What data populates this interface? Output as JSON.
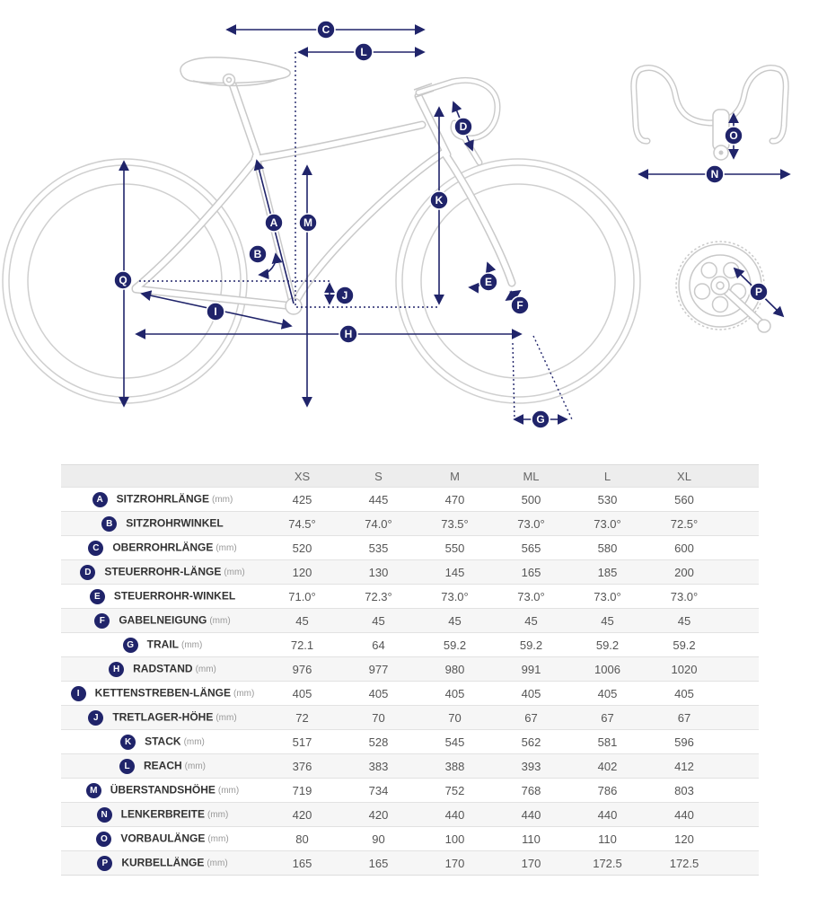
{
  "colors": {
    "accent_navy": "#20246a",
    "frame_gray": "#c9c9c9",
    "wheel_gray": "#cfcfcf",
    "table_header_bg": "#ededed",
    "row_alt_bg": "#f6f6f6",
    "row_border": "#e2e2e2",
    "value_text": "#555555",
    "label_text": "#333333"
  },
  "diagram": {
    "badges": {
      "a": "A",
      "b": "B",
      "c": "C",
      "d": "D",
      "e": "E",
      "f": "F",
      "g": "G",
      "h": "H",
      "i": "I",
      "j": "J",
      "k": "K",
      "l": "L",
      "m": "M",
      "n": "N",
      "o": "O",
      "p": "P",
      "q": "Q"
    }
  },
  "table": {
    "size_headers": [
      "XS",
      "S",
      "M",
      "ML",
      "L",
      "XL"
    ],
    "rows": [
      {
        "letter": "A",
        "label": "SITZROHRLÄNGE",
        "unit": "(mm)",
        "values": [
          "425",
          "445",
          "470",
          "500",
          "530",
          "560"
        ]
      },
      {
        "letter": "B",
        "label": "SITZROHRWINKEL",
        "unit": "",
        "values": [
          "74.5°",
          "74.0°",
          "73.5°",
          "73.0°",
          "73.0°",
          "72.5°"
        ]
      },
      {
        "letter": "C",
        "label": "OBERROHRLÄNGE",
        "unit": "(mm)",
        "values": [
          "520",
          "535",
          "550",
          "565",
          "580",
          "600"
        ]
      },
      {
        "letter": "D",
        "label": "STEUERROHR-LÄNGE",
        "unit": "(mm)",
        "values": [
          "120",
          "130",
          "145",
          "165",
          "185",
          "200"
        ]
      },
      {
        "letter": "E",
        "label": "STEUERROHR-WINKEL",
        "unit": "",
        "values": [
          "71.0°",
          "72.3°",
          "73.0°",
          "73.0°",
          "73.0°",
          "73.0°"
        ]
      },
      {
        "letter": "F",
        "label": "GABELNEIGUNG",
        "unit": "(mm)",
        "values": [
          "45",
          "45",
          "45",
          "45",
          "45",
          "45"
        ]
      },
      {
        "letter": "G",
        "label": "TRAIL",
        "unit": "(mm)",
        "values": [
          "72.1",
          "64",
          "59.2",
          "59.2",
          "59.2",
          "59.2"
        ]
      },
      {
        "letter": "H",
        "label": "RADSTAND",
        "unit": "(mm)",
        "values": [
          "976",
          "977",
          "980",
          "991",
          "1006",
          "1020"
        ]
      },
      {
        "letter": "I",
        "label": "KETTENSTREBEN-LÄNGE",
        "unit": "(mm)",
        "values": [
          "405",
          "405",
          "405",
          "405",
          "405",
          "405"
        ]
      },
      {
        "letter": "J",
        "label": "TRETLAGER-HÖHE",
        "unit": "(mm)",
        "values": [
          "72",
          "70",
          "70",
          "67",
          "67",
          "67"
        ]
      },
      {
        "letter": "K",
        "label": "STACK",
        "unit": "(mm)",
        "values": [
          "517",
          "528",
          "545",
          "562",
          "581",
          "596"
        ]
      },
      {
        "letter": "L",
        "label": "REACH",
        "unit": "(mm)",
        "values": [
          "376",
          "383",
          "388",
          "393",
          "402",
          "412"
        ]
      },
      {
        "letter": "M",
        "label": "ÜBERSTANDSHÖHE",
        "unit": "(mm)",
        "values": [
          "719",
          "734",
          "752",
          "768",
          "786",
          "803"
        ]
      },
      {
        "letter": "N",
        "label": "LENKERBREITE",
        "unit": "(mm)",
        "values": [
          "420",
          "420",
          "440",
          "440",
          "440",
          "440"
        ]
      },
      {
        "letter": "O",
        "label": "VORBAULÄNGE",
        "unit": "(mm)",
        "values": [
          "80",
          "90",
          "100",
          "110",
          "110",
          "120"
        ]
      },
      {
        "letter": "P",
        "label": "KURBELLÄNGE",
        "unit": "(mm)",
        "values": [
          "165",
          "165",
          "170",
          "170",
          "172.5",
          "172.5"
        ]
      }
    ]
  }
}
